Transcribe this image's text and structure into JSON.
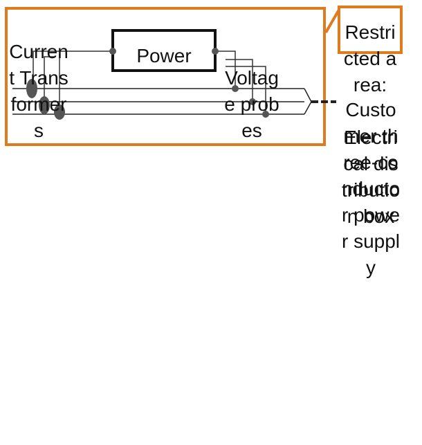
{
  "labels": {
    "current_transformers": "Current Transformers",
    "voltage_probes": "Voltage probes",
    "restricted_area": "Restricted area:",
    "customer": "Customer three-conductor power supply",
    "electrical_distribution_box": "Electrical distribution box",
    "power": "Power"
  },
  "colors": {
    "frame_orange": "#E07A1E",
    "line_dark": "#222222",
    "dot_gray": "#555555",
    "text": "#111111"
  }
}
